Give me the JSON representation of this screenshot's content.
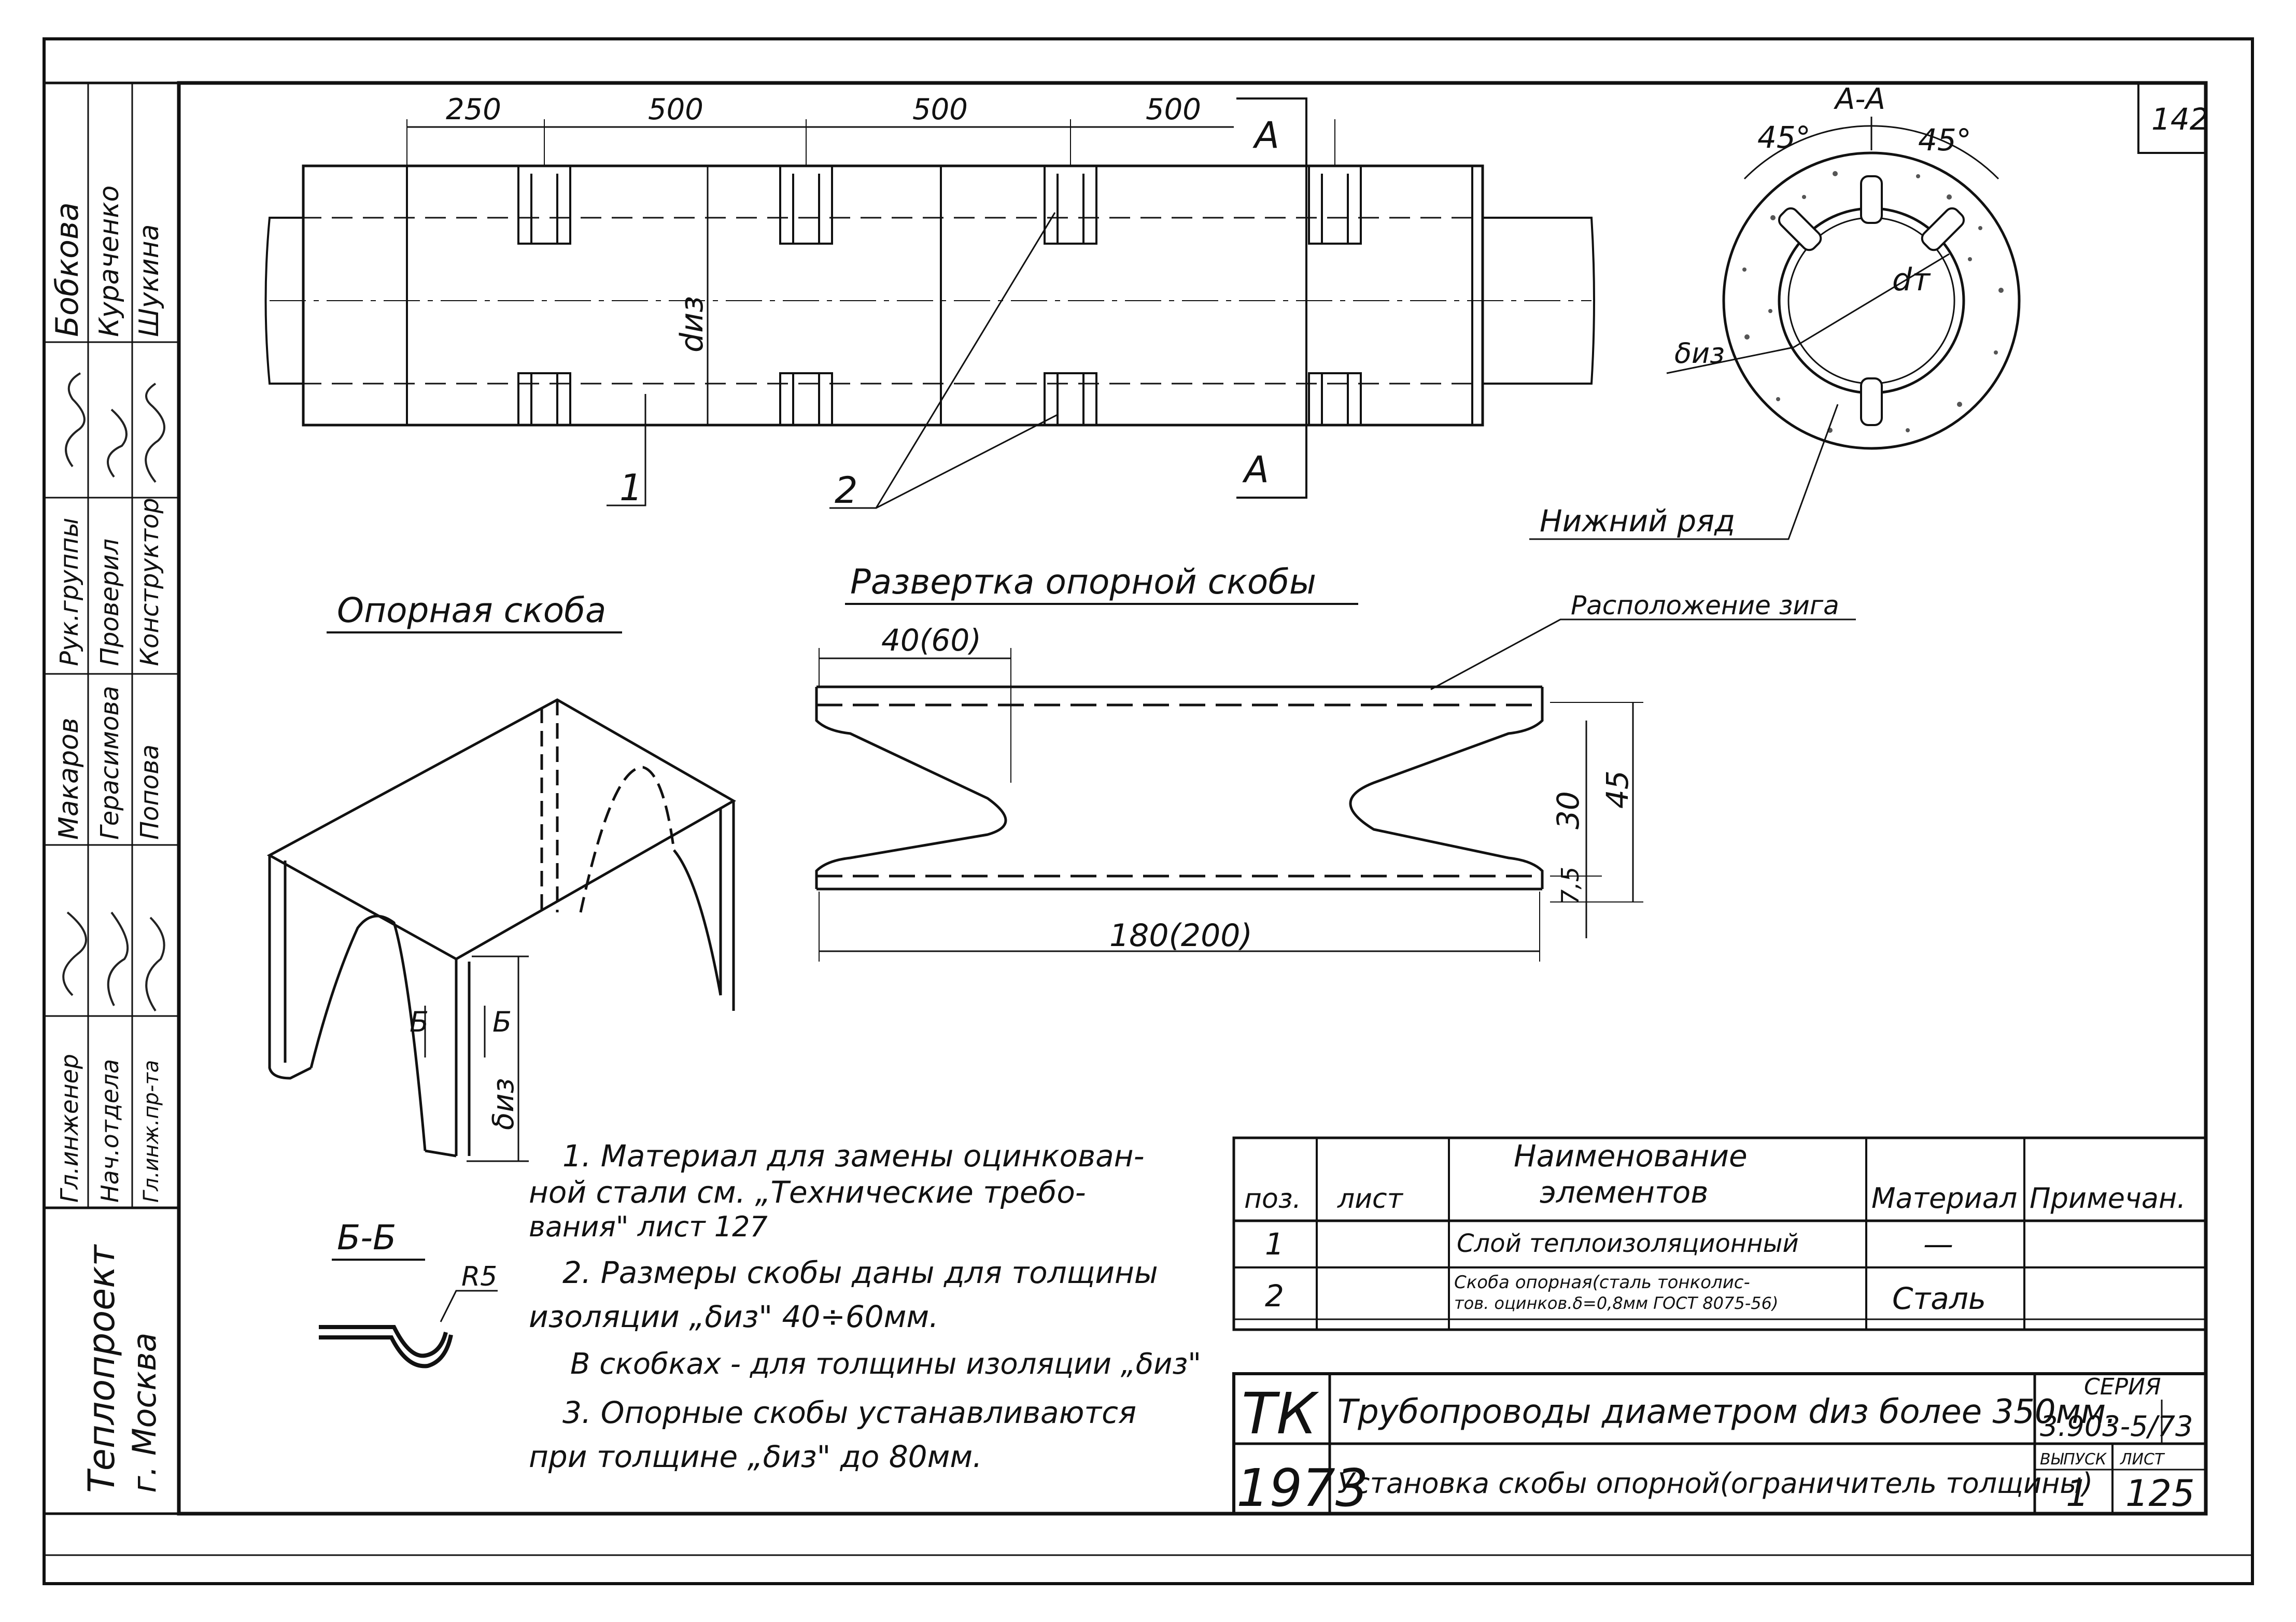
{
  "sheet_number": "142",
  "section_label": "A",
  "view_plan": {
    "dims": [
      "250",
      "500",
      "500",
      "500"
    ],
    "dia_label": "dиз",
    "callout_1": "1",
    "callout_2": "2"
  },
  "section_aa": {
    "title": "A-A",
    "angle_left": "45°",
    "angle_right": "45°",
    "pipe_dia": "dт",
    "ins_label": "δиз",
    "note": "Нижний ряд"
  },
  "support_bracket": {
    "title": "Опорная скоба",
    "cut_left": "Б",
    "cut_right": "Б",
    "dim": "δиз"
  },
  "bb": {
    "title": "Б-Б",
    "radius": "R5"
  },
  "development": {
    "title": "Развертка опорной скобы",
    "zig_note": "Расположение зига",
    "top_dim": "40(60)",
    "bottom_dim": "180(200)",
    "dim_30": "30",
    "dim_45": "45",
    "dim_75": "7,5"
  },
  "notes": [
    "1. Материал для замены оцинкован-",
    "ной стали см. „Технические требо-",
    "вания\" лист 127",
    "2. Размеры скобы даны для толщины",
    "изоляции „δиз\" 40÷60мм.",
    "В скобках - для толщины изоляции „δиз\"",
    "3. Опорные скобы устанавливаются",
    "при толщине „δиз\" до 80мм."
  ],
  "spec_table": {
    "headers": [
      "поз.",
      "лист",
      "Наименование",
      "элементов",
      "Материал",
      "Примечан."
    ],
    "rows": [
      {
        "pos": "1",
        "sheet": "",
        "name": "Слой теплоизоляционный",
        "name2": "",
        "material": "—",
        "note": ""
      },
      {
        "pos": "2",
        "sheet": "",
        "name": "Скоба опорная(сталь тонколис-",
        "name2": "тов. оцинков.δ=0,8мм ГОСТ 8075-56)",
        "material": "Сталь",
        "note": ""
      }
    ]
  },
  "title_block": {
    "code": "ТК",
    "year": "1973",
    "line1": "Трубопроводы диаметром dиз более 350мм.",
    "line2": "Установка скобы опорной(ограничитель толщины)",
    "series_label": "СЕРИЯ",
    "series": "3.903-5/73",
    "issue_label": "ВЫПУСК",
    "issue": "1",
    "sheet_label": "ЛИСТ",
    "sheet": "125"
  },
  "side_stamp": {
    "org": "Теплопроект",
    "city": "г. Москва",
    "roles": [
      "Гл.инженер",
      "Нач.отдела",
      "Гл.инж.пр-та",
      "Рук.группы",
      "Проверил",
      "Конструктор"
    ],
    "names": [
      "Макаров",
      "Герасимова",
      "Попова",
      "Бобкова",
      "Кураченко",
      "Шукина"
    ]
  }
}
